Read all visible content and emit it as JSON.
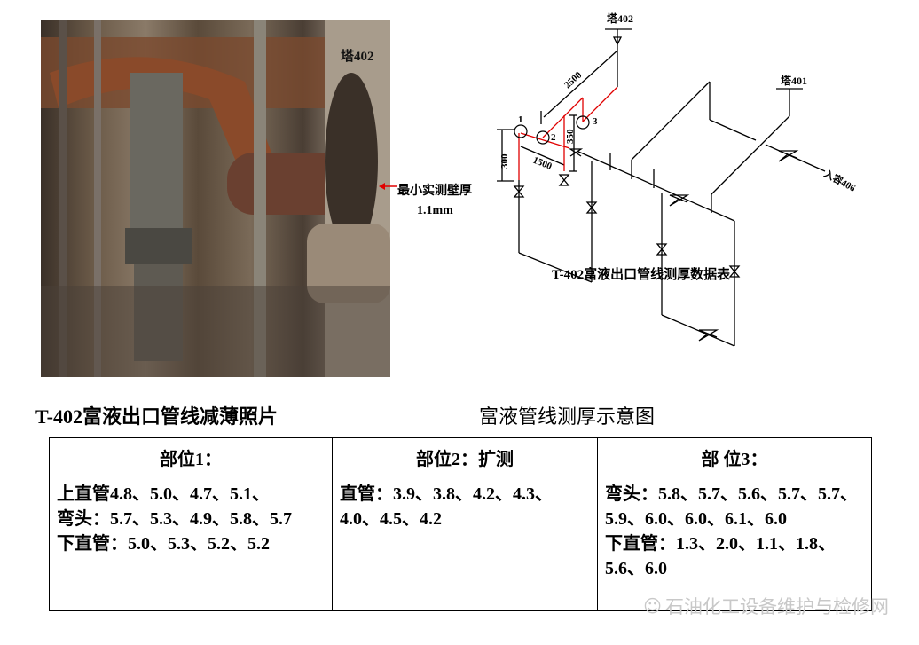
{
  "photo": {
    "tower_label": "塔402",
    "annotation_line1": "最小实测壁厚",
    "annotation_line2": "1.1mm",
    "caption": "T-402富液出口管线减薄照片"
  },
  "diagram": {
    "caption": "富液管线测厚示意图",
    "tower_402": "塔402",
    "tower_401": "塔401",
    "outlet": "入容406",
    "point_1": "1",
    "point_2": "2",
    "point_3": "3",
    "dim_2500": "2500",
    "dim_1500": "1500",
    "dim_350": "350",
    "dim_300": "300",
    "overlay_title": "T-402富液出口管线测厚数据表",
    "colors": {
      "measured_pipe": "#e00000",
      "pipe": "#000000"
    }
  },
  "table": {
    "headers": [
      "部位1：",
      "部位2：扩测",
      "部 位3："
    ],
    "cells": [
      [
        "上直管4.8、5.0、4.7、5.1、",
        "弯头：5.7、5.3、4.9、5.8、5.7",
        "下直管：5.0、5.3、5.2、5.2"
      ],
      [
        "直管：3.9、3.8、4.2、4.3、4.0、4.5、4.2"
      ],
      [
        "弯头：5.8、5.7、5.6、5.7、5.7、5.9、6.0、6.0、6.1、6.0",
        "下直管：1.3、2.0、1.1、1.8、5.6、6.0"
      ]
    ]
  },
  "watermark": "石油化工设备维护与检修网"
}
